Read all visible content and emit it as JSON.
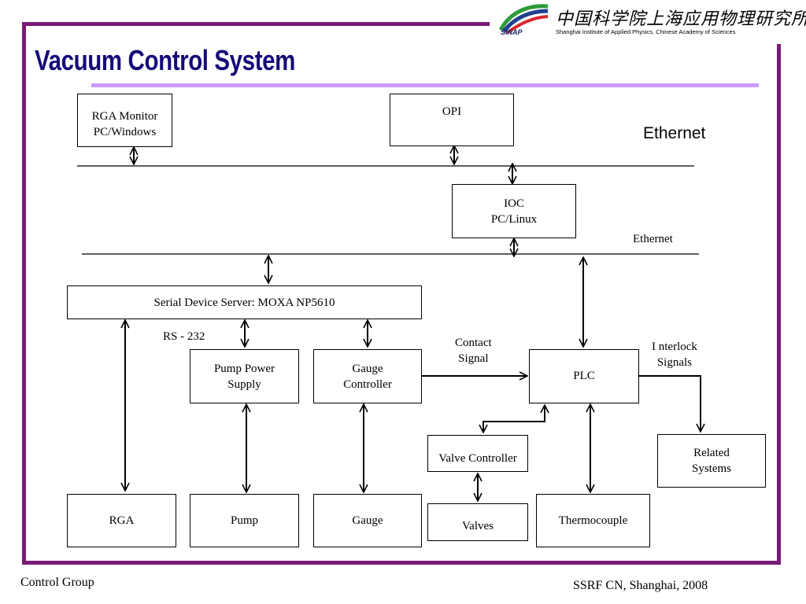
{
  "slide": {
    "title": "Vacuum Control System",
    "footer_left": "Control Group",
    "footer_right": "SSRF CN, Shanghai, 2008"
  },
  "logo": {
    "abbr": "SINAP",
    "name_cn": "中国科学院上海应用物理研究所",
    "name_en": "Shanghai Institute of Applied Physics, Chinese Academy of Sciences",
    "colors": {
      "swoosh_green": "#2e9a3a",
      "swoosh_blue": "#1f3f8f",
      "swoosh_red": "#d8262d"
    }
  },
  "colors": {
    "frame": "#7a1a78",
    "title": "#140a78",
    "title_rule": "#cc99ff"
  },
  "boxes": {
    "rga_monitor": [
      "RGA  Monitor",
      "PC/Windows"
    ],
    "opi": [
      "OPI"
    ],
    "ioc": [
      "IOC",
      "PC/Linux"
    ],
    "serial_server": [
      "Serial Device Server: MOXA NP5610"
    ],
    "pump_power_supply": [
      "Pump Power",
      "Supply"
    ],
    "gauge_controller": [
      "Gauge",
      "Controller"
    ],
    "plc": [
      "PLC"
    ],
    "valve_controller": [
      "Valve Controller"
    ],
    "related_systems": [
      "Related",
      "Systems"
    ],
    "rga": [
      "RGA"
    ],
    "pump": [
      "Pump"
    ],
    "gauge": [
      "Gauge"
    ],
    "valves": [
      "Valves"
    ],
    "thermocouple": [
      "Thermocouple"
    ]
  },
  "labels": {
    "ethernet_top": "Ethernet",
    "ethernet_mid": "Ethernet",
    "rs232": "RS - 232",
    "contact_signal": [
      "Contact",
      "Signal"
    ],
    "interlock_signals": [
      "I  nterlock",
      "Signals"
    ]
  }
}
